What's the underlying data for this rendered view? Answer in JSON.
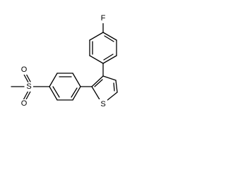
{
  "molecule": {
    "atoms": {
      "fluorine": "F",
      "sulfur_thiophene": "S",
      "sulfur_sulfonyl": "S",
      "oxygen_upper": "O",
      "oxygen_lower": "O"
    }
  }
}
